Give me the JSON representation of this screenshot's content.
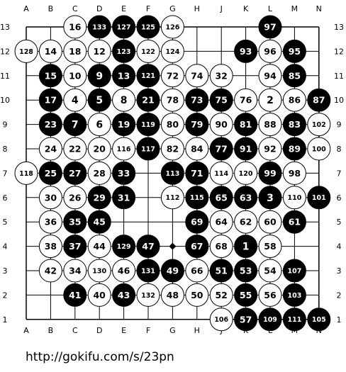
{
  "board": {
    "size": 13,
    "columns": [
      "A",
      "B",
      "C",
      "D",
      "E",
      "F",
      "G",
      "H",
      "J",
      "K",
      "L",
      "M",
      "N"
    ],
    "rows": [
      "13",
      "12",
      "11",
      "10",
      "9",
      "8",
      "7",
      "6",
      "5",
      "4",
      "3",
      "2",
      "1"
    ],
    "stones": [
      {
        "col": "C",
        "row": 13,
        "color": "white",
        "label": "16"
      },
      {
        "col": "D",
        "row": 13,
        "color": "black",
        "label": "133"
      },
      {
        "col": "E",
        "row": 13,
        "color": "black",
        "label": "127"
      },
      {
        "col": "F",
        "row": 13,
        "color": "black",
        "label": "125"
      },
      {
        "col": "G",
        "row": 13,
        "color": "white",
        "label": "126"
      },
      {
        "col": "L",
        "row": 13,
        "color": "black",
        "label": "97"
      },
      {
        "col": "A",
        "row": 12,
        "color": "white",
        "label": "128"
      },
      {
        "col": "B",
        "row": 12,
        "color": "white",
        "label": "14"
      },
      {
        "col": "C",
        "row": 12,
        "color": "white",
        "label": "18"
      },
      {
        "col": "D",
        "row": 12,
        "color": "white",
        "label": "12"
      },
      {
        "col": "E",
        "row": 12,
        "color": "black",
        "label": "123"
      },
      {
        "col": "F",
        "row": 12,
        "color": "white",
        "label": "122"
      },
      {
        "col": "G",
        "row": 12,
        "color": "white",
        "label": "124"
      },
      {
        "col": "K",
        "row": 12,
        "color": "black",
        "label": "93"
      },
      {
        "col": "L",
        "row": 12,
        "color": "white",
        "label": "96"
      },
      {
        "col": "M",
        "row": 12,
        "color": "black",
        "label": "95"
      },
      {
        "col": "B",
        "row": 11,
        "color": "black",
        "label": "15"
      },
      {
        "col": "C",
        "row": 11,
        "color": "white",
        "label": "10"
      },
      {
        "col": "D",
        "row": 11,
        "color": "black",
        "label": "9"
      },
      {
        "col": "E",
        "row": 11,
        "color": "black",
        "label": "13"
      },
      {
        "col": "F",
        "row": 11,
        "color": "black",
        "label": "121"
      },
      {
        "col": "G",
        "row": 11,
        "color": "white",
        "label": "72"
      },
      {
        "col": "H",
        "row": 11,
        "color": "white",
        "label": "74"
      },
      {
        "col": "J",
        "row": 11,
        "color": "white",
        "label": "32"
      },
      {
        "col": "L",
        "row": 11,
        "color": "white",
        "label": "94"
      },
      {
        "col": "M",
        "row": 11,
        "color": "black",
        "label": "85"
      },
      {
        "col": "B",
        "row": 10,
        "color": "black",
        "label": "17"
      },
      {
        "col": "C",
        "row": 10,
        "color": "white",
        "label": "4"
      },
      {
        "col": "D",
        "row": 10,
        "color": "black",
        "label": "5"
      },
      {
        "col": "E",
        "row": 10,
        "color": "white",
        "label": "8"
      },
      {
        "col": "F",
        "row": 10,
        "color": "black",
        "label": "21"
      },
      {
        "col": "G",
        "row": 10,
        "color": "white",
        "label": "78"
      },
      {
        "col": "H",
        "row": 10,
        "color": "black",
        "label": "73"
      },
      {
        "col": "J",
        "row": 10,
        "color": "black",
        "label": "75"
      },
      {
        "col": "K",
        "row": 10,
        "color": "white",
        "label": "76"
      },
      {
        "col": "L",
        "row": 10,
        "color": "white",
        "label": "2"
      },
      {
        "col": "M",
        "row": 10,
        "color": "white",
        "label": "86"
      },
      {
        "col": "N",
        "row": 10,
        "color": "black",
        "label": "87"
      },
      {
        "col": "B",
        "row": 9,
        "color": "black",
        "label": "23"
      },
      {
        "col": "C",
        "row": 9,
        "color": "black",
        "label": "7"
      },
      {
        "col": "D",
        "row": 9,
        "color": "white",
        "label": "6"
      },
      {
        "col": "E",
        "row": 9,
        "color": "black",
        "label": "19"
      },
      {
        "col": "F",
        "row": 9,
        "color": "black",
        "label": "119"
      },
      {
        "col": "G",
        "row": 9,
        "color": "white",
        "label": "80"
      },
      {
        "col": "H",
        "row": 9,
        "color": "black",
        "label": "79"
      },
      {
        "col": "J",
        "row": 9,
        "color": "white",
        "label": "90"
      },
      {
        "col": "K",
        "row": 9,
        "color": "black",
        "label": "81"
      },
      {
        "col": "L",
        "row": 9,
        "color": "white",
        "label": "88"
      },
      {
        "col": "M",
        "row": 9,
        "color": "black",
        "label": "83"
      },
      {
        "col": "N",
        "row": 9,
        "color": "white",
        "label": "102"
      },
      {
        "col": "B",
        "row": 8,
        "color": "white",
        "label": "24"
      },
      {
        "col": "C",
        "row": 8,
        "color": "white",
        "label": "22"
      },
      {
        "col": "D",
        "row": 8,
        "color": "white",
        "label": "20"
      },
      {
        "col": "E",
        "row": 8,
        "color": "white",
        "label": "116"
      },
      {
        "col": "F",
        "row": 8,
        "color": "black",
        "label": "117"
      },
      {
        "col": "G",
        "row": 8,
        "color": "white",
        "label": "82"
      },
      {
        "col": "H",
        "row": 8,
        "color": "white",
        "label": "84"
      },
      {
        "col": "J",
        "row": 8,
        "color": "black",
        "label": "77"
      },
      {
        "col": "K",
        "row": 8,
        "color": "black",
        "label": "91"
      },
      {
        "col": "L",
        "row": 8,
        "color": "white",
        "label": "92"
      },
      {
        "col": "M",
        "row": 8,
        "color": "black",
        "label": "89"
      },
      {
        "col": "N",
        "row": 8,
        "color": "white",
        "label": "100"
      },
      {
        "col": "A",
        "row": 7,
        "color": "white",
        "label": "118"
      },
      {
        "col": "B",
        "row": 7,
        "color": "black",
        "label": "25"
      },
      {
        "col": "C",
        "row": 7,
        "color": "black",
        "label": "27"
      },
      {
        "col": "D",
        "row": 7,
        "color": "white",
        "label": "28"
      },
      {
        "col": "E",
        "row": 7,
        "color": "black",
        "label": "33"
      },
      {
        "col": "G",
        "row": 7,
        "color": "black",
        "label": "113"
      },
      {
        "col": "H",
        "row": 7,
        "color": "black",
        "label": "71"
      },
      {
        "col": "J",
        "row": 7,
        "color": "white",
        "label": "114"
      },
      {
        "col": "K",
        "row": 7,
        "color": "white",
        "label": "120"
      },
      {
        "col": "L",
        "row": 7,
        "color": "black",
        "label": "99"
      },
      {
        "col": "M",
        "row": 7,
        "color": "white",
        "label": "98"
      },
      {
        "col": "B",
        "row": 6,
        "color": "white",
        "label": "30"
      },
      {
        "col": "C",
        "row": 6,
        "color": "white",
        "label": "26"
      },
      {
        "col": "D",
        "row": 6,
        "color": "black",
        "label": "29"
      },
      {
        "col": "E",
        "row": 6,
        "color": "black",
        "label": "31"
      },
      {
        "col": "G",
        "row": 6,
        "color": "white",
        "label": "112"
      },
      {
        "col": "H",
        "row": 6,
        "color": "black",
        "label": "115"
      },
      {
        "col": "J",
        "row": 6,
        "color": "black",
        "label": "65"
      },
      {
        "col": "K",
        "row": 6,
        "color": "black",
        "label": "63"
      },
      {
        "col": "L",
        "row": 6,
        "color": "black",
        "label": "3"
      },
      {
        "col": "M",
        "row": 6,
        "color": "white",
        "label": "110"
      },
      {
        "col": "N",
        "row": 6,
        "color": "black",
        "label": "101"
      },
      {
        "col": "B",
        "row": 5,
        "color": "white",
        "label": "36"
      },
      {
        "col": "C",
        "row": 5,
        "color": "black",
        "label": "35"
      },
      {
        "col": "D",
        "row": 5,
        "color": "black",
        "label": "45"
      },
      {
        "col": "H",
        "row": 5,
        "color": "black",
        "label": "69"
      },
      {
        "col": "J",
        "row": 5,
        "color": "white",
        "label": "64"
      },
      {
        "col": "K",
        "row": 5,
        "color": "white",
        "label": "62"
      },
      {
        "col": "L",
        "row": 5,
        "color": "white",
        "label": "60"
      },
      {
        "col": "M",
        "row": 5,
        "color": "black",
        "label": "61"
      },
      {
        "col": "B",
        "row": 4,
        "color": "white",
        "label": "38"
      },
      {
        "col": "C",
        "row": 4,
        "color": "black",
        "label": "37"
      },
      {
        "col": "D",
        "row": 4,
        "color": "white",
        "label": "44"
      },
      {
        "col": "E",
        "row": 4,
        "color": "black",
        "label": "129"
      },
      {
        "col": "F",
        "row": 4,
        "color": "black",
        "label": "47"
      },
      {
        "col": "H",
        "row": 4,
        "color": "black",
        "label": "67"
      },
      {
        "col": "J",
        "row": 4,
        "color": "white",
        "label": "68"
      },
      {
        "col": "K",
        "row": 4,
        "color": "black",
        "label": "1"
      },
      {
        "col": "L",
        "row": 4,
        "color": "white",
        "label": "58"
      },
      {
        "col": "B",
        "row": 3,
        "color": "white",
        "label": "42"
      },
      {
        "col": "C",
        "row": 3,
        "color": "white",
        "label": "34"
      },
      {
        "col": "D",
        "row": 3,
        "color": "white",
        "label": "130"
      },
      {
        "col": "E",
        "row": 3,
        "color": "white",
        "label": "46"
      },
      {
        "col": "F",
        "row": 3,
        "color": "black",
        "label": "131"
      },
      {
        "col": "G",
        "row": 3,
        "color": "black",
        "label": "49"
      },
      {
        "col": "H",
        "row": 3,
        "color": "white",
        "label": "66"
      },
      {
        "col": "J",
        "row": 3,
        "color": "black",
        "label": "51"
      },
      {
        "col": "K",
        "row": 3,
        "color": "black",
        "label": "53"
      },
      {
        "col": "L",
        "row": 3,
        "color": "white",
        "label": "54"
      },
      {
        "col": "M",
        "row": 3,
        "color": "black",
        "label": "107"
      },
      {
        "col": "C",
        "row": 2,
        "color": "black",
        "label": "41"
      },
      {
        "col": "D",
        "row": 2,
        "color": "white",
        "label": "40"
      },
      {
        "col": "E",
        "row": 2,
        "color": "black",
        "label": "43"
      },
      {
        "col": "F",
        "row": 2,
        "color": "white",
        "label": "132"
      },
      {
        "col": "G",
        "row": 2,
        "color": "white",
        "label": "48"
      },
      {
        "col": "H",
        "row": 2,
        "color": "white",
        "label": "50"
      },
      {
        "col": "J",
        "row": 2,
        "color": "white",
        "label": "52"
      },
      {
        "col": "K",
        "row": 2,
        "color": "black",
        "label": "55"
      },
      {
        "col": "L",
        "row": 2,
        "color": "white",
        "label": "56"
      },
      {
        "col": "M",
        "row": 2,
        "color": "black",
        "label": "103"
      },
      {
        "col": "J",
        "row": 1,
        "color": "white",
        "label": "106"
      },
      {
        "col": "K",
        "row": 1,
        "color": "black",
        "label": "57"
      },
      {
        "col": "L",
        "row": 1,
        "color": "black",
        "label": "109"
      },
      {
        "col": "M",
        "row": 1,
        "color": "black",
        "label": "111"
      },
      {
        "col": "N",
        "row": 1,
        "color": "black",
        "label": "105"
      }
    ],
    "star_points": [
      {
        "col": "G",
        "row": 4
      }
    ],
    "colors": {
      "background": "#ffffff",
      "line": "#000000",
      "black_stone": "#000000",
      "white_stone": "#ffffff"
    }
  },
  "footer": {
    "url_text": "http://gokifu.com/s/23pn"
  }
}
